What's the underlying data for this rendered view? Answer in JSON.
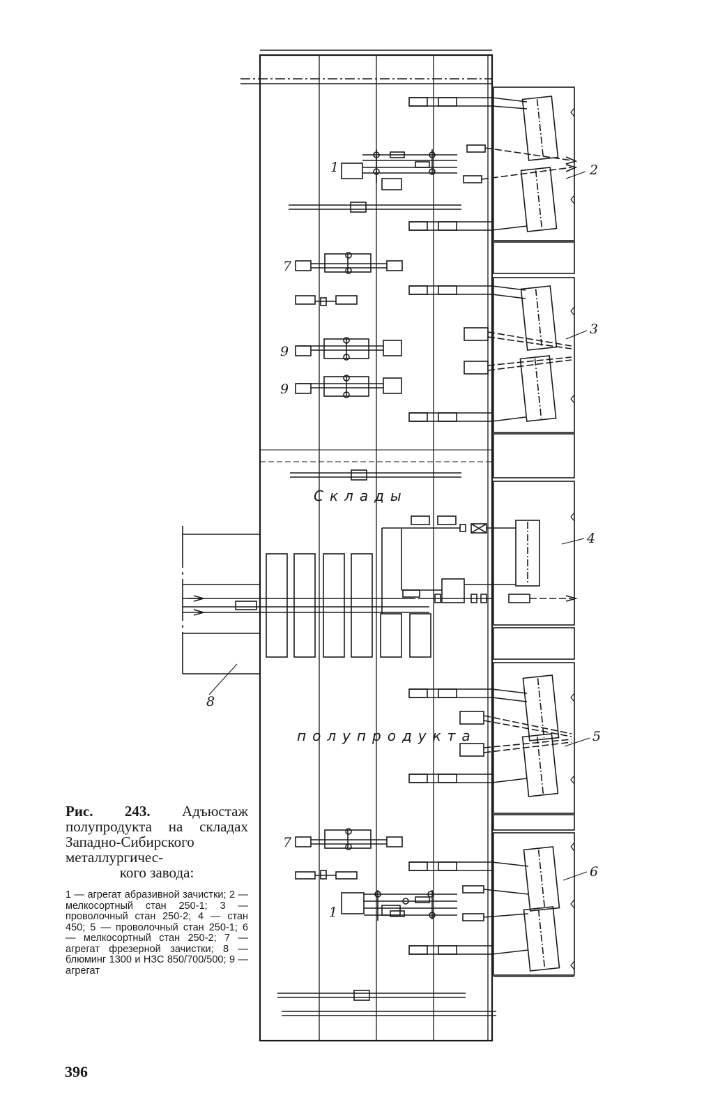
{
  "figure": {
    "callouts": [
      "1",
      "2",
      "3",
      "4",
      "5",
      "6",
      "7",
      "8",
      "9"
    ],
    "hall_words": [
      "Склады",
      "полупродукта"
    ],
    "line_color": "#1a1a1a"
  },
  "caption": {
    "label": "Рис. 243.",
    "title_head": "Адъюстаж полупродукта на складах Западно-Сибирского металлургичес-",
    "title_tail": "кого завода:",
    "legend": "1 — агрегат абразивной зачистки; 2 —мелкосортный стан 250-1; 3 —проволочный стан 250-2; 4 — стан 450; 5 — проволочный стан 250-1; 6 — мелкосортный стан 250-2; 7 — агрегат фрезерной зачистки; 8 — блюминг 1300 и НЗС 850/700/500; 9 — агрегат"
  },
  "page_number": "396"
}
